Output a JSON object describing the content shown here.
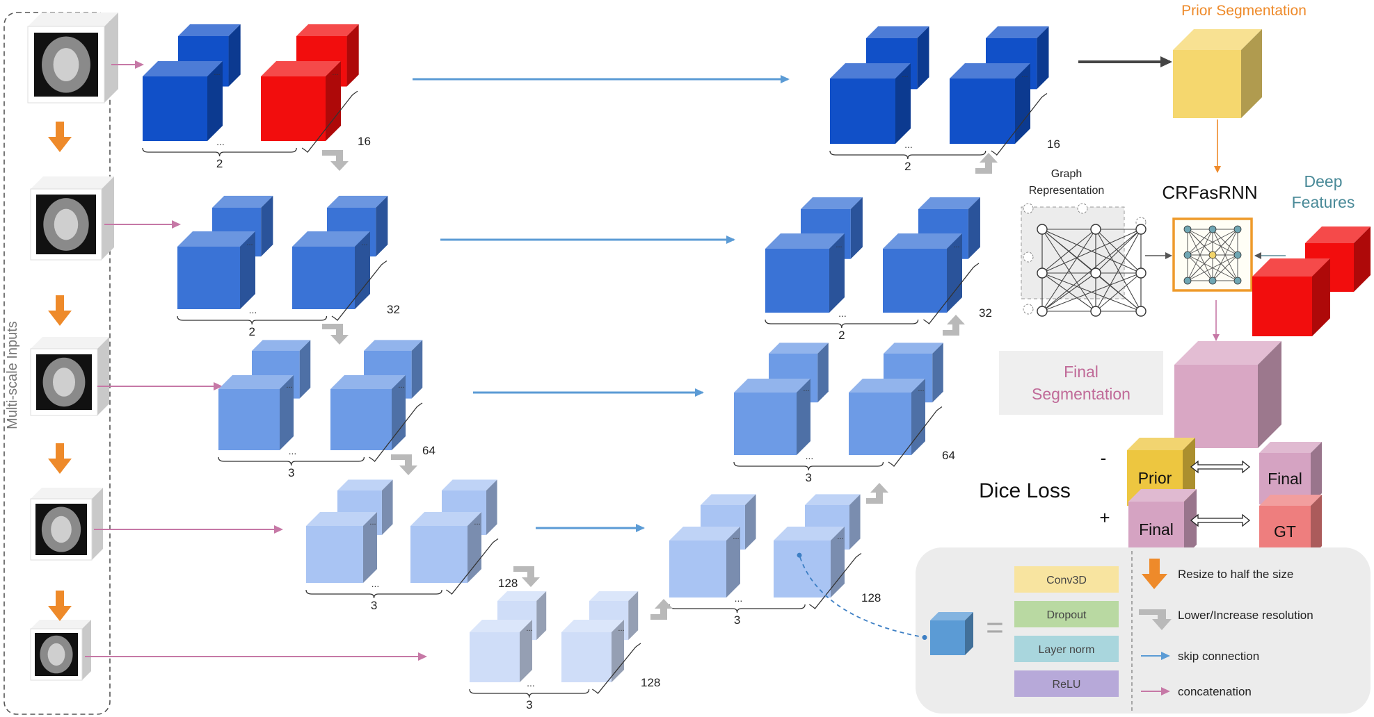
{
  "inputs_label": "Multi-scale Inputs",
  "prior_segmentation": "Prior Segmentation",
  "graph_representation": [
    "Graph",
    "Representation"
  ],
  "crfasrnn": "CRFasRNN",
  "deep_features": [
    "Deep",
    "Features"
  ],
  "final_segmentation": [
    "Final",
    "Segmentation"
  ],
  "dice_loss": {
    "title": "Dice Loss",
    "minus": "-",
    "plus": "+",
    "prior": "Prior",
    "final": "Final",
    "gt": "GT"
  },
  "ellipsis": "...",
  "encoder": [
    {
      "count": "2",
      "channels": "16"
    },
    {
      "count": "2",
      "channels": "32"
    },
    {
      "count": "3",
      "channels": "64"
    },
    {
      "count": "3",
      "channels": "128"
    },
    {
      "count": "3",
      "channels": "128"
    }
  ],
  "decoder": [
    {
      "count": "2",
      "channels": "16"
    },
    {
      "count": "2",
      "channels": "32"
    },
    {
      "count": "3",
      "channels": "64"
    },
    {
      "count": "3",
      "channels": "128"
    }
  ],
  "block": {
    "items": [
      "Conv3D",
      "Dropout",
      "Layer norm",
      "ReLU"
    ],
    "equals": "="
  },
  "legend": [
    {
      "icon": "orange-down-arrow",
      "label": "Resize to half the size"
    },
    {
      "icon": "gray-step-arrow",
      "label": "Lower/Increase resolution"
    },
    {
      "icon": "blue-arrow",
      "label": "skip connection"
    },
    {
      "icon": "pink-arrow",
      "label": "concatenation"
    }
  ],
  "colors": {
    "blue1": "#1150c8",
    "blue2": "#3a73d6",
    "blue3": "#6d9be6",
    "blue4": "#a9c4f3",
    "blue5": "#cfddf8",
    "red": "#f20d0d",
    "yellow": "#f5d76e",
    "pink": "#d9a7c4",
    "orange": "#ee8a2a",
    "gray": "#b6b6b6",
    "skip": "#5b9bd5",
    "concat": "#c678a6"
  }
}
